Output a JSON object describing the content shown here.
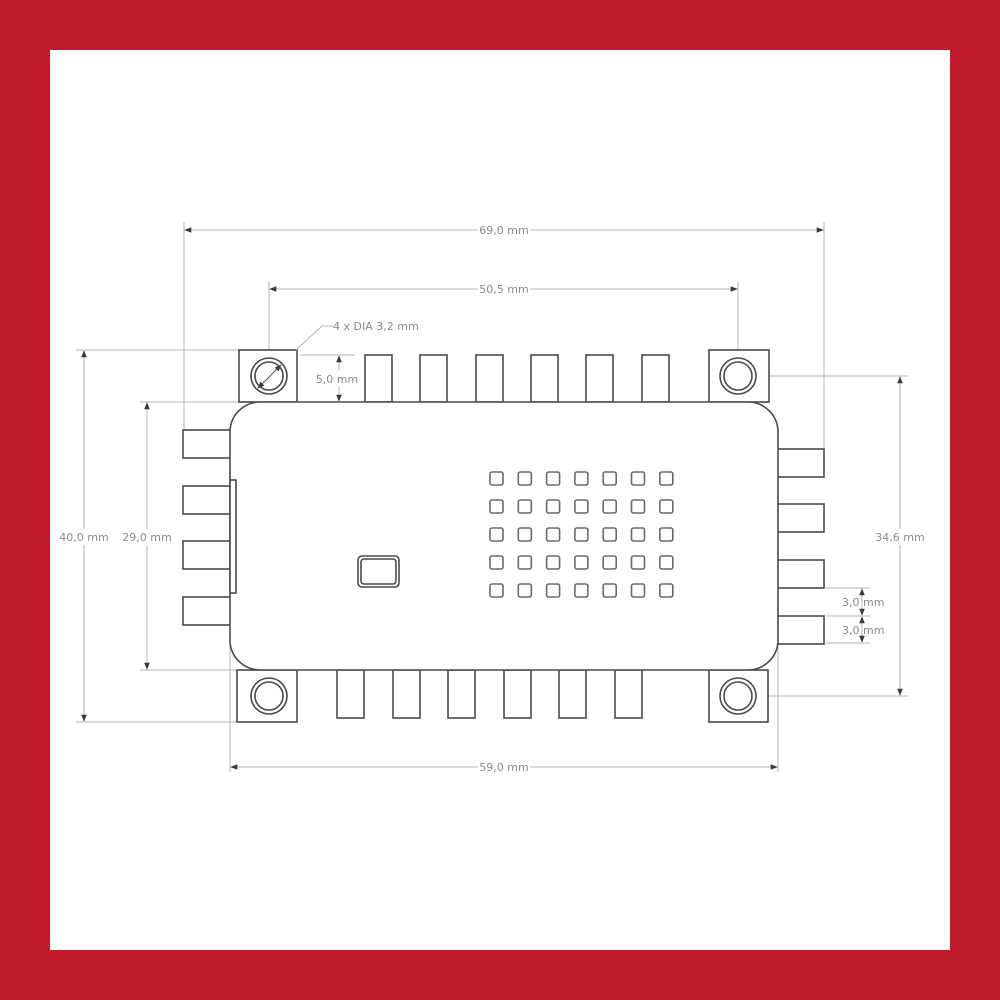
{
  "colors": {
    "frame": "#be1a2a",
    "background": "#ffffff",
    "outline": "#4a4a4a",
    "dimension_line": "#b5b5b5",
    "dimension_text": "#8a8a8a"
  },
  "drawing": {
    "subject": "circuit board module with mounting holes, edge connectors and 5x7 LED matrix",
    "dimensions": {
      "overall_width": "69,0 mm",
      "hole_spacing_horizontal": "50,5 mm",
      "hole_callout": "4 x DIA 3,2 mm",
      "pin_length": "5,0 mm",
      "overall_height": "40,0 mm",
      "body_height": "29,0 mm",
      "hole_spacing_vertical": "34,6 mm",
      "pin_width": "3,0 mm",
      "pin_gap": "3,0 mm",
      "body_width": "59,0 mm"
    },
    "led_matrix": {
      "columns": 7,
      "rows": 5
    },
    "mounting_holes": 4,
    "top_pins": 6,
    "bottom_pins": 6,
    "left_pins": 4,
    "right_pins": 4
  }
}
